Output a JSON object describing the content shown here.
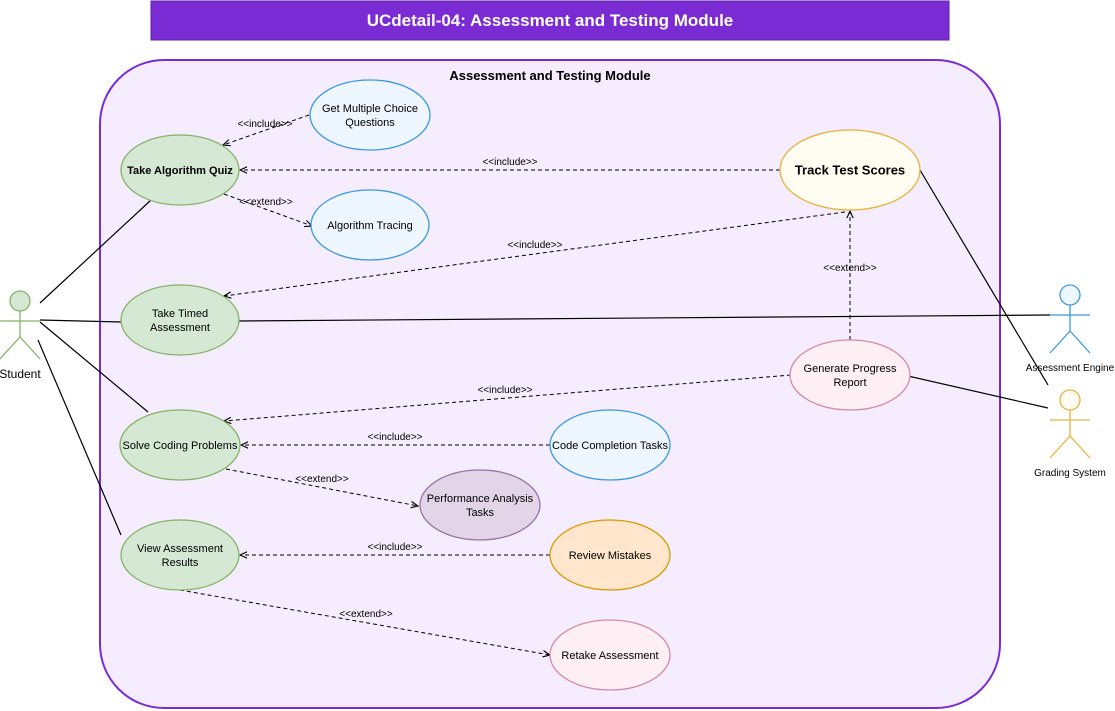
{
  "title": "UCdetail-04: Assessment and Testing Module",
  "colors": {
    "title_bar": "#7b2bd3",
    "title_text": "#ffffff",
    "boundary_fill": "#f5ecfd",
    "boundary_stroke": "#7b2bd3",
    "green_fill": "#d5e8d4",
    "green_stroke": "#82b366",
    "blue_fill": "#eef6ff",
    "blue_stroke": "#3a99e0",
    "yellow_fill": "#fffdf2",
    "yellow_stroke": "#e8b23e",
    "pink_fill": "#fdeff4",
    "pink_stroke": "#d38aa4",
    "purple_fill": "#e1d5e7",
    "purple_stroke": "#9673a6",
    "orange_fill": "#ffe6cc",
    "orange_stroke": "#d79b00"
  },
  "boundary": {
    "label": "Assessment and Testing Module"
  },
  "actors": [
    {
      "id": "student",
      "name": "Student",
      "color": "green"
    },
    {
      "id": "engine",
      "name": "Assessment Engine",
      "color": "blue"
    },
    {
      "id": "grading",
      "name": "Grading System",
      "color": "yellow"
    }
  ],
  "use_cases": [
    {
      "id": "quiz",
      "lines": [
        "Take Algorithm Quiz"
      ],
      "color": "green",
      "bold": true
    },
    {
      "id": "mcq",
      "lines": [
        "Get Multiple Choice",
        "Questions"
      ],
      "color": "blue"
    },
    {
      "id": "tracing",
      "lines": [
        "Algorithm Tracing"
      ],
      "color": "blue"
    },
    {
      "id": "timed",
      "lines": [
        "Take Timed",
        "Assessment"
      ],
      "color": "green"
    },
    {
      "id": "coding",
      "lines": [
        "Solve Coding Problems"
      ],
      "color": "green"
    },
    {
      "id": "completion",
      "lines": [
        "Code Completion Tasks"
      ],
      "color": "blue"
    },
    {
      "id": "perf",
      "lines": [
        "Performance Analysis",
        "Tasks"
      ],
      "color": "purple"
    },
    {
      "id": "results",
      "lines": [
        "View Assessment",
        "Results"
      ],
      "color": "green"
    },
    {
      "id": "review",
      "lines": [
        "Review Mistakes"
      ],
      "color": "orange"
    },
    {
      "id": "retake",
      "lines": [
        "Retake Assessment"
      ],
      "color": "pink"
    },
    {
      "id": "scores",
      "lines": [
        "Track Test Scores"
      ],
      "color": "yellow",
      "bold": true,
      "large": true
    },
    {
      "id": "progress",
      "lines": [
        "Generate Progress",
        "Report"
      ],
      "color": "pink"
    }
  ],
  "relations": [
    {
      "id": "r1",
      "label": "<<include>>"
    },
    {
      "id": "r2",
      "label": "<<extend>>"
    },
    {
      "id": "r3",
      "label": "<<include>>"
    },
    {
      "id": "r4",
      "label": "<<include>>"
    },
    {
      "id": "r5",
      "label": "<<extend>>"
    },
    {
      "id": "r6",
      "label": "<<include>>"
    },
    {
      "id": "r7",
      "label": "<<include>>"
    },
    {
      "id": "r8",
      "label": "<<extend>>"
    },
    {
      "id": "r9",
      "label": "<<include>>"
    },
    {
      "id": "r10",
      "label": "<<extend>>"
    }
  ]
}
